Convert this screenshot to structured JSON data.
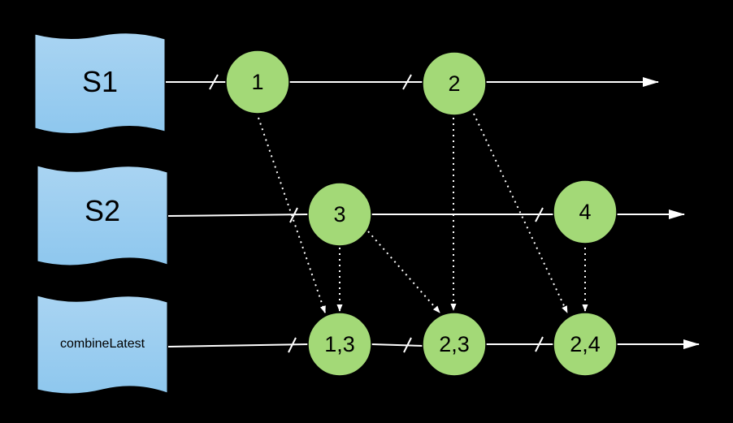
{
  "colors": {
    "background": "#000000",
    "stream_fill_top": "#a9d4f2",
    "stream_fill_bottom": "#8ec7ee",
    "node_fill": "#a3d977",
    "node_stroke": "#000000",
    "line": "#ffffff"
  },
  "streams": [
    {
      "id": "s1",
      "label": "S1"
    },
    {
      "id": "s2",
      "label": "S2"
    },
    {
      "id": "combined",
      "label": "combineLatest"
    }
  ],
  "nodes": [
    {
      "id": "s1-1",
      "label": "1"
    },
    {
      "id": "s1-2",
      "label": "2"
    },
    {
      "id": "s2-3",
      "label": "3"
    },
    {
      "id": "s2-4",
      "label": "4"
    },
    {
      "id": "c-13",
      "label": "1,3"
    },
    {
      "id": "c-23",
      "label": "2,3"
    },
    {
      "id": "c-24",
      "label": "2,4"
    }
  ]
}
